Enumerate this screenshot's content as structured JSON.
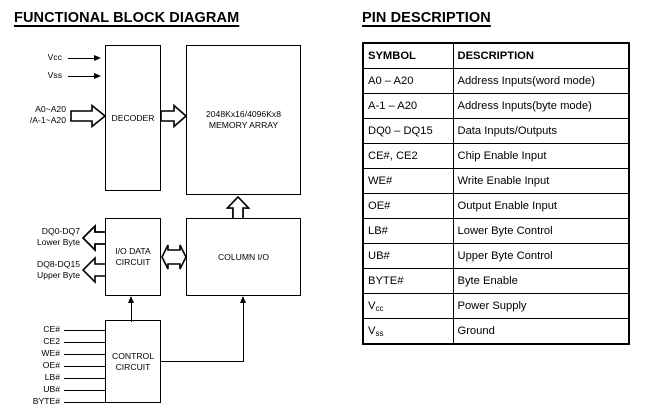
{
  "diagram": {
    "title": "FUNCTIONAL BLOCK DIAGRAM",
    "power_labels": [
      {
        "name": "vcc",
        "text": "Vcc"
      },
      {
        "name": "vss",
        "text": "Vss"
      }
    ],
    "address_labels": [
      {
        "name": "address-word-mode",
        "text": "A0~A20"
      },
      {
        "name": "address-byte-mode",
        "text": "/A-1~A20"
      }
    ],
    "blocks": {
      "decoder": "DECODER",
      "memory_array_line1": "2048Kx16/4096Kx8",
      "memory_array_line2": "MEMORY ARRAY",
      "io_data_line1": "I/O DATA",
      "io_data_line2": "CIRCUIT",
      "column_io": "COLUMN I/O",
      "control_line1": "CONTROL",
      "control_line2": "CIRCUIT"
    },
    "data_bus_labels": [
      {
        "name": "dq-lower-byte",
        "line1": "DQ0-DQ7",
        "line2": "Lower Byte"
      },
      {
        "name": "dq-upper-byte",
        "line1": "DQ8-DQ15",
        "line2": "Upper Byte"
      }
    ],
    "control_signals": [
      {
        "name": "ce-hash",
        "text": "CE#"
      },
      {
        "name": "ce2",
        "text": "CE2"
      },
      {
        "name": "we-hash",
        "text": "WE#"
      },
      {
        "name": "oe-hash",
        "text": "OE#"
      },
      {
        "name": "lb-hash",
        "text": "LB#"
      },
      {
        "name": "ub-hash",
        "text": "UB#"
      },
      {
        "name": "byte-hash",
        "text": "BYTE#"
      }
    ]
  },
  "pin_description": {
    "title": "PIN DESCRIPTION",
    "columns": [
      "SYMBOL",
      "DESCRIPTION"
    ],
    "rows": [
      {
        "symbol": "A0 – A20",
        "description": "Address Inputs(word mode)"
      },
      {
        "symbol": "A-1 – A20",
        "description": "Address Inputs(byte mode)"
      },
      {
        "symbol": "DQ0 – DQ15",
        "description": "Data Inputs/Outputs"
      },
      {
        "symbol": "CE#, CE2",
        "description": "Chip Enable Input"
      },
      {
        "symbol": "WE#",
        "description": "Write Enable Input"
      },
      {
        "symbol": "OE#",
        "description": "Output Enable Input"
      },
      {
        "symbol": "LB#",
        "description": "Lower Byte Control"
      },
      {
        "symbol": "UB#",
        "description": "Upper Byte Control"
      },
      {
        "symbol": "BYTE#",
        "description": "Byte Enable"
      },
      {
        "symbol": "Vcc",
        "description": "Power Supply"
      },
      {
        "symbol": "Vss",
        "description": "Ground"
      }
    ]
  },
  "colors": {
    "ink": "#000000",
    "paper": "#ffffff"
  }
}
